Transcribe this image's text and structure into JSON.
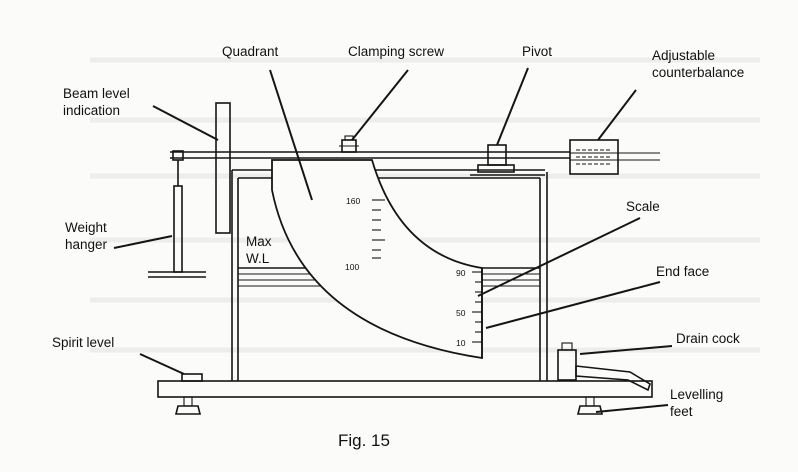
{
  "labels": {
    "quadrant": "Quadrant",
    "clamping_screw": "Clamping screw",
    "pivot": "Pivot",
    "counterbalance_1": "Adjustable",
    "counterbalance_2": "counterbalance",
    "beam_level_1": "Beam level",
    "beam_level_2": "indication",
    "weight_hanger_1": "Weight",
    "weight_hanger_2": "hanger",
    "max_wl_1": "Max",
    "max_wl_2": "W.L",
    "scale": "Scale",
    "end_face": "End face",
    "drain_cock": "Drain cock",
    "spirit_level": "Spirit level",
    "levelling_1": "Levelling",
    "levelling_2": "feet"
  },
  "scale_ticks": {
    "upper_160": "160",
    "upper_100": "100",
    "lower_90": "90",
    "lower_50": "50",
    "lower_10": "10"
  },
  "caption": "Fig. 15"
}
